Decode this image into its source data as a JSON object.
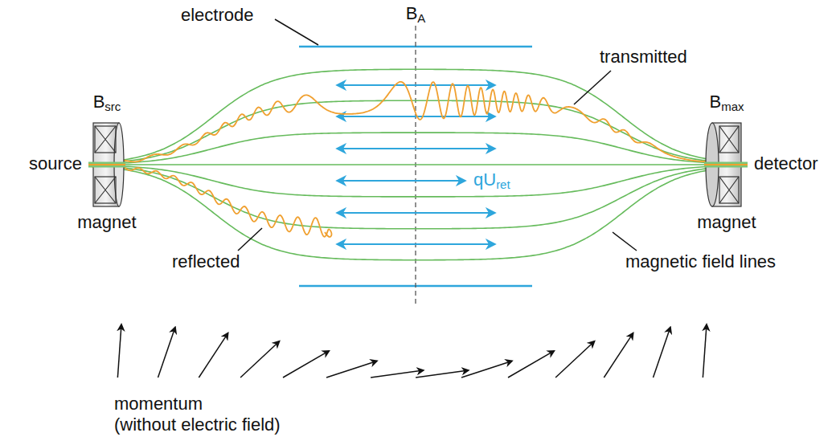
{
  "diagram": {
    "labels": [
      "electrode",
      "BA",
      "transmitted",
      "Bsrc",
      "Bmax",
      "source",
      "detector",
      "magnet",
      "magnet",
      "qUret",
      "reflected",
      "magnetic field lines",
      "momentum (without electric field)"
    ]
  }
}
